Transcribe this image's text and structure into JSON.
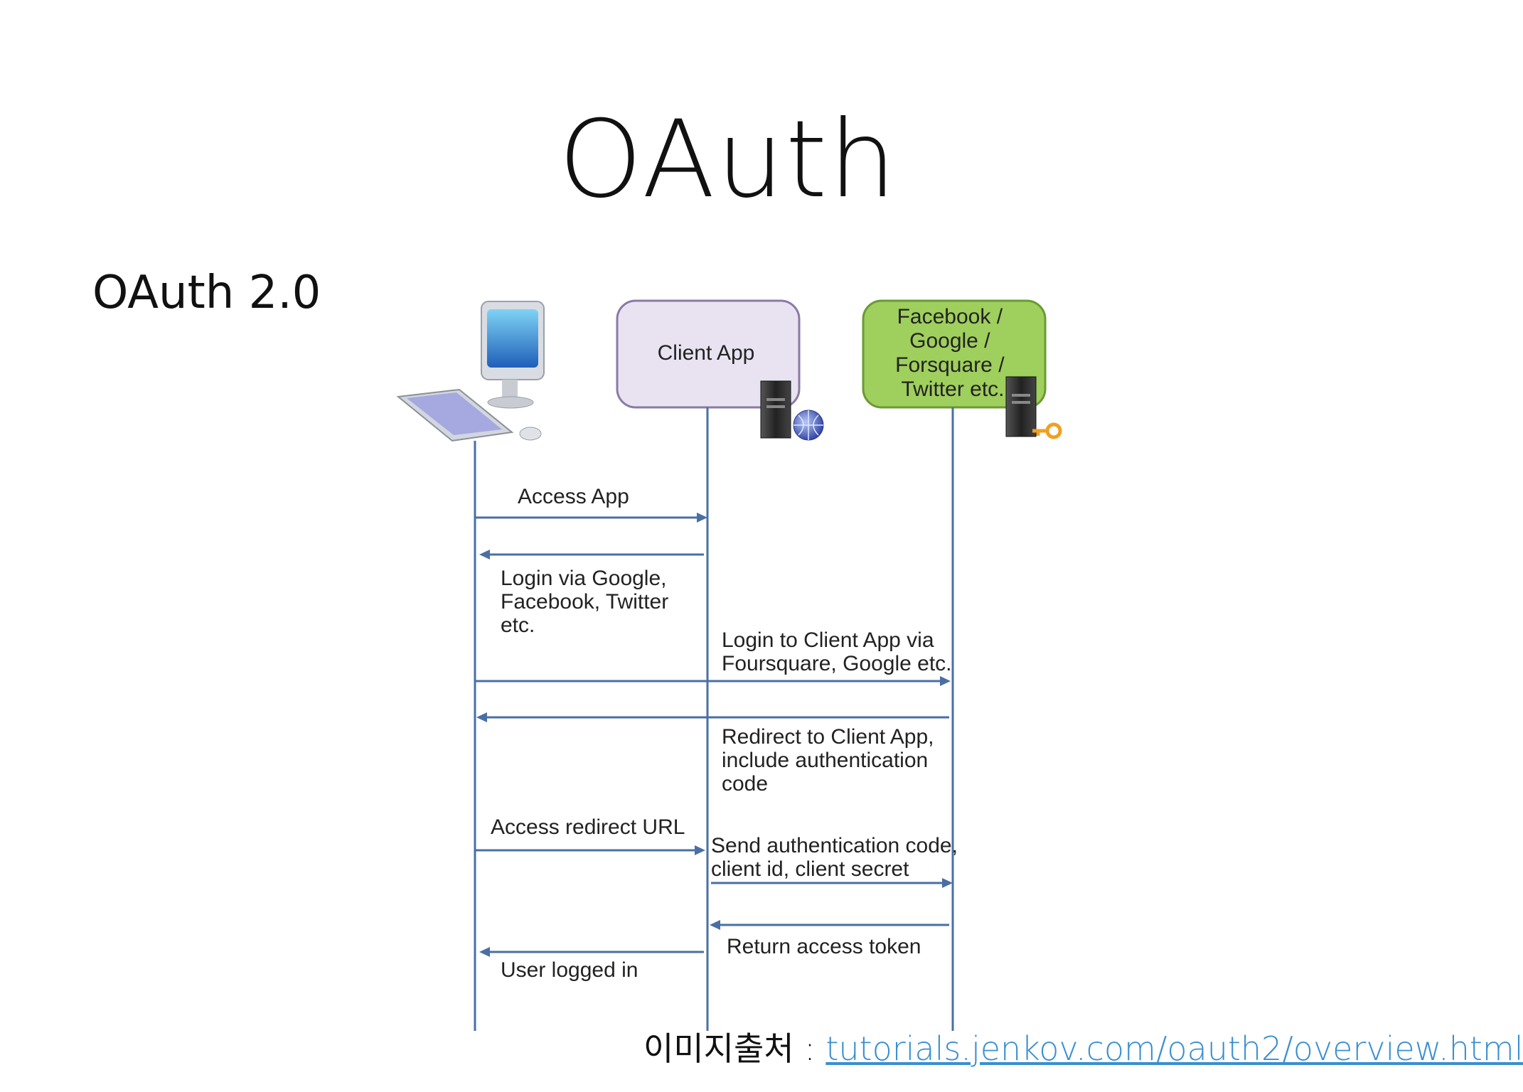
{
  "slide": {
    "title": "OAuth",
    "subtitle": "OAuth 2.0"
  },
  "diagram": {
    "participants": {
      "client_app": "Client App",
      "provider_lines": [
        "Facebook /",
        "Google /",
        "Forsquare /",
        "Twitter etc."
      ]
    },
    "messages": {
      "m1": [
        "Access App"
      ],
      "m2": [
        "Login via Google,",
        "Facebook, Twitter",
        "etc."
      ],
      "m3": [
        "Login to Client App via",
        "Foursquare, Google etc."
      ],
      "m4": [
        "Redirect to Client App,",
        "include authentication",
        "code"
      ],
      "m5": [
        "Access redirect URL"
      ],
      "m6": [
        "Send authentication code,",
        "client id, client secret"
      ],
      "m7": [
        "Return access token"
      ],
      "m8": [
        "User logged in"
      ]
    },
    "colors": {
      "lifeline": "#4a6fa5",
      "client_box_fill": "#e9e3f1",
      "client_box_stroke": "#8a7aa6",
      "provider_box_fill": "#9fcf5d",
      "provider_box_stroke": "#6b9a33"
    }
  },
  "credit": {
    "prefix": "이미지출처 : ",
    "link_text": "tutorials.jenkov.com/oauth2/overview.html"
  }
}
